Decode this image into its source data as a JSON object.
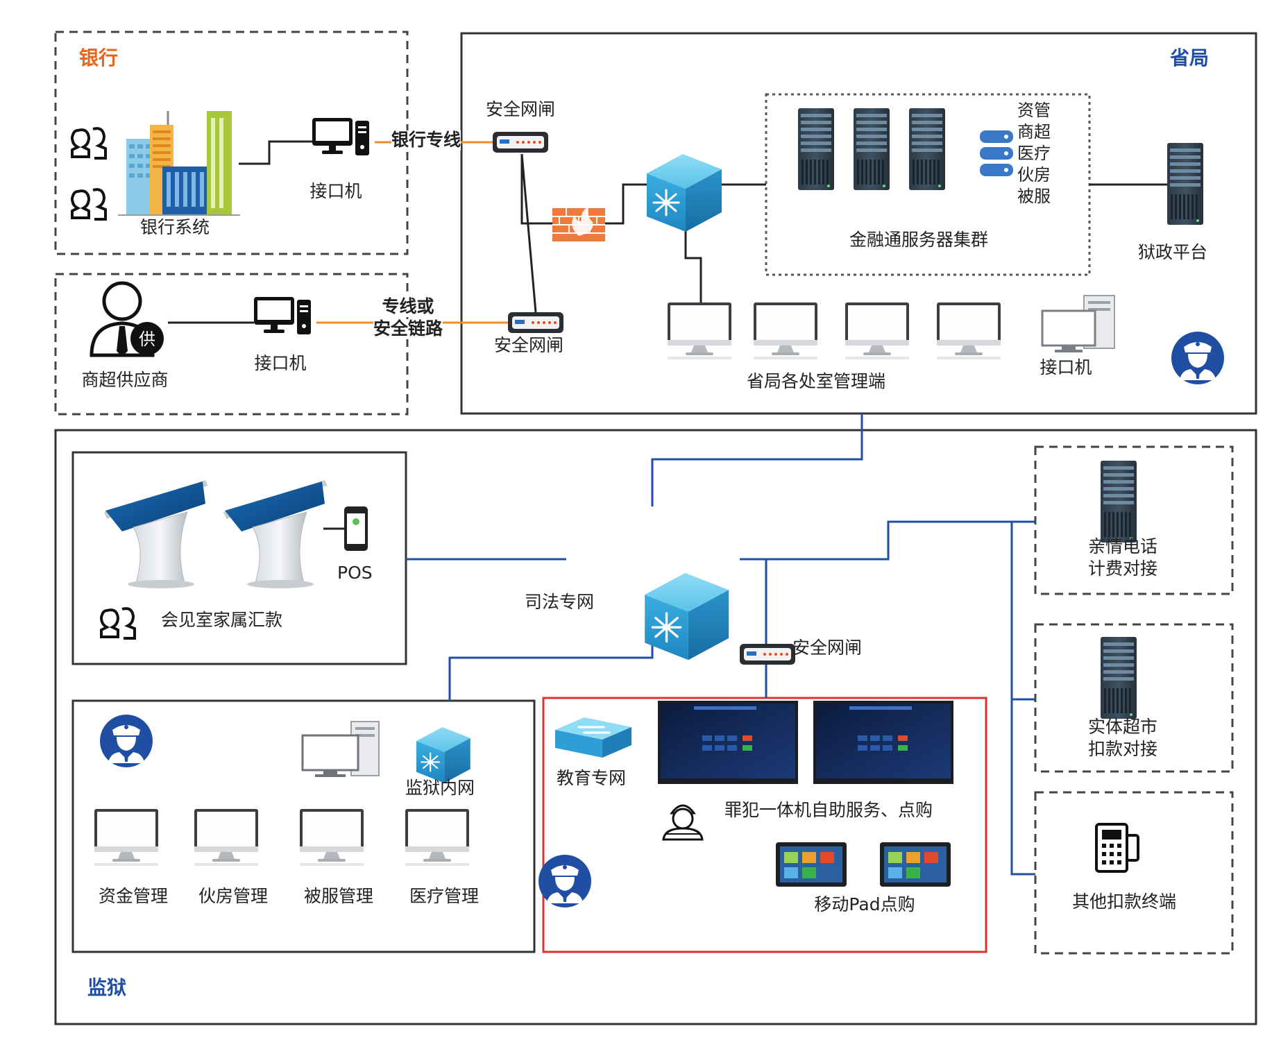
{
  "zones": {
    "bank": "银行",
    "province": "省局",
    "prison": "监狱"
  },
  "bank": {
    "system_label": "银行系统",
    "interface_label": "接口机",
    "line_label": "银行专线"
  },
  "supplier": {
    "label": "商超供应商",
    "badge": "供",
    "interface_label": "接口机",
    "line_label_1": "专线或",
    "line_label_2": "安全链路"
  },
  "province": {
    "gateway_top": "安全网闸",
    "gateway_bottom": "安全网闸",
    "cluster_label": "金融通服务器集群",
    "cluster_items": [
      "资管",
      "商超",
      "医疗",
      "伙房",
      "被服"
    ],
    "platform_label": "狱政平台",
    "clients_label": "省局各处室管理端",
    "interface_label": "接口机"
  },
  "prison": {
    "judicial_net": "司法专网",
    "gateway": "安全网闸",
    "visit_label": "会见室家属汇款",
    "pos_label": "POS",
    "phone_label_1": "亲情电话",
    "phone_label_2": "计费对接",
    "market_label_1": "实体超市",
    "market_label_2": "扣款对接",
    "terminal_label": "其他扣款终端",
    "intranet_label": "监狱内网",
    "mgmt_items": [
      "资金管理",
      "伙房管理",
      "被服管理",
      "医疗管理"
    ],
    "edu_net": "教育专网",
    "kiosk_label": "罪犯一体机自助服务、点购",
    "pad_label": "移动Pad点购"
  },
  "colors": {
    "bank_title": "#e8651c",
    "zone_title": "#1f4ea3",
    "orange_line": "#f08c2e",
    "blue_line": "#1f4ea3",
    "red_box": "#e23030",
    "switch_blue": "#3aaee0",
    "firewall": "#e8733a"
  }
}
